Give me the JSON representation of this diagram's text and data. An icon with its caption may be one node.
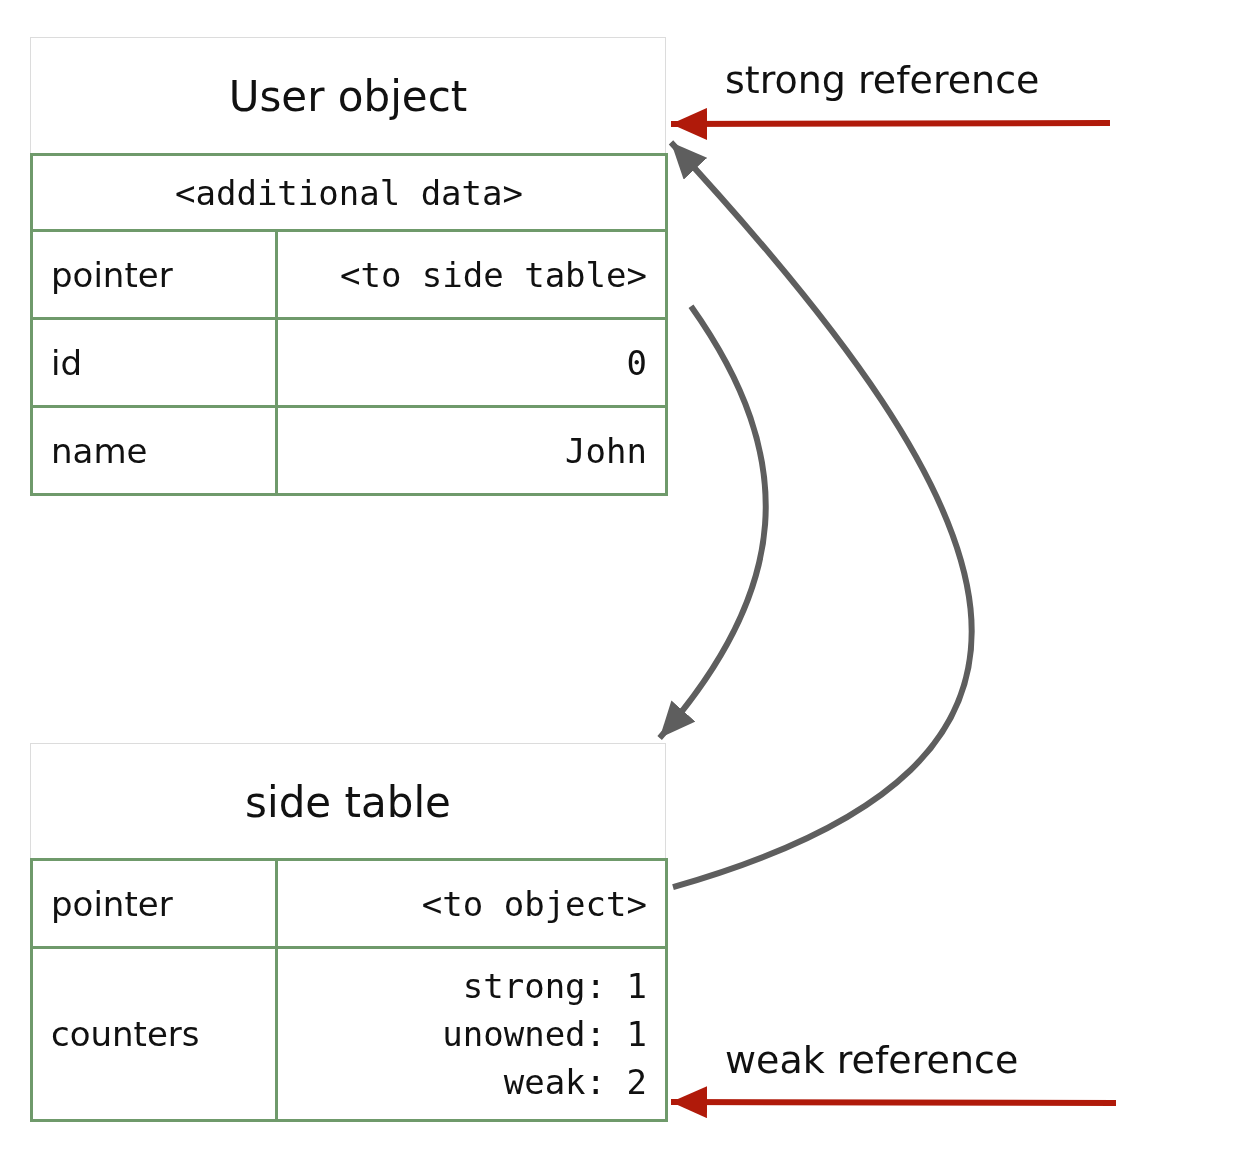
{
  "diagram": {
    "nodes": [
      {
        "text": [
          "User object"
        ]
      },
      {
        "text": [
          "<additional data>"
        ],
        "in": 0
      },
      {
        "text": [
          "pointer"
        ],
        "in": 0
      },
      {
        "text": [
          "<to side table>"
        ],
        "in": 0
      },
      {
        "text": [
          "id"
        ],
        "in": 0
      },
      {
        "text": [
          "0"
        ],
        "in": 0
      },
      {
        "text": [
          "name"
        ],
        "in": 0
      },
      {
        "text": [
          "John"
        ],
        "in": 0
      },
      {
        "text": [
          "side table"
        ]
      },
      {
        "text": [
          "pointer"
        ],
        "in": 8
      },
      {
        "text": [
          "<to object>"
        ],
        "in": 8
      },
      {
        "text": [
          "counters"
        ],
        "in": 8
      },
      {
        "text": [
          "strong: 1",
          "unowned: 1",
          "weak: 2"
        ],
        "in": 8
      }
    ],
    "edges": [
      {
        "from": null,
        "to": 0,
        "arrow": "to",
        "label": "strong reference",
        "color": "#b01a0a"
      },
      {
        "from": 3,
        "to": 8,
        "arrow": "to"
      },
      {
        "from": 10,
        "to": 0,
        "arrow": "to"
      },
      {
        "from": null,
        "to": 8,
        "arrow": "to",
        "label": "weak reference",
        "color": "#b01a0a"
      }
    ]
  }
}
